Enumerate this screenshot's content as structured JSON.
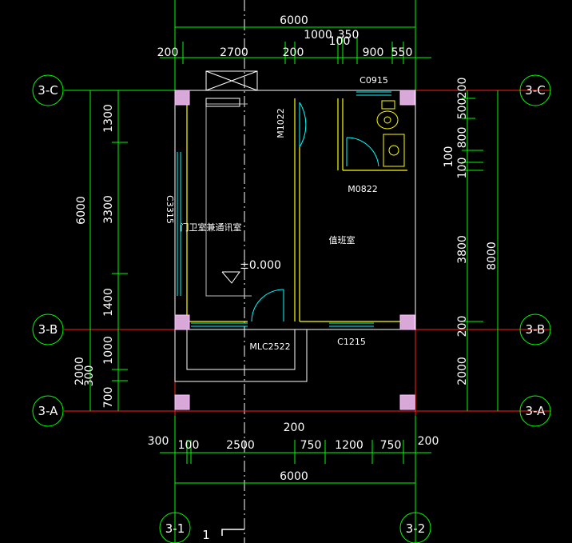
{
  "dimensions": {
    "top_total": "6000",
    "top_sub_a": "1000",
    "top_sub_b": "350",
    "top_sub_c": "100",
    "top_row": [
      "200",
      "2700",
      "200",
      "900",
      "550"
    ],
    "bottom_total": "6000",
    "bottom_200": "200",
    "bottom_row": [
      "300",
      "100",
      "2500",
      "750",
      "1200",
      "750",
      "200"
    ],
    "left_total": "6000",
    "left_segments": [
      "1300",
      "3300",
      "1400",
      "1000",
      "300",
      "700"
    ],
    "left_low_total": "2000",
    "right_total": "8000",
    "right_segments": [
      "200",
      "500",
      "800",
      "100",
      "100",
      "3800",
      "200",
      "2000"
    ]
  },
  "axes": {
    "row_c": "3-C",
    "row_b": "3-B",
    "row_a": "3-A",
    "col_1": "3-1",
    "col_2": "3-2",
    "section_mark": "1"
  },
  "labels": {
    "c0915": "C0915",
    "m1022": "M1022",
    "c3315": "C3315",
    "guard_room": "门卫室兼通讯室",
    "level": "±0.000",
    "m0822": "M0822",
    "duty_room": "值班室",
    "mlc2522": "MLC2522",
    "c1215": "C1215"
  },
  "colors": {
    "background": "#000000",
    "axis_line": "#ff0000",
    "dim_line": "#00ff00",
    "wall": "#ffff00",
    "window": "#00ffff",
    "column": "#ffc0ff",
    "text": "#ffffff"
  }
}
